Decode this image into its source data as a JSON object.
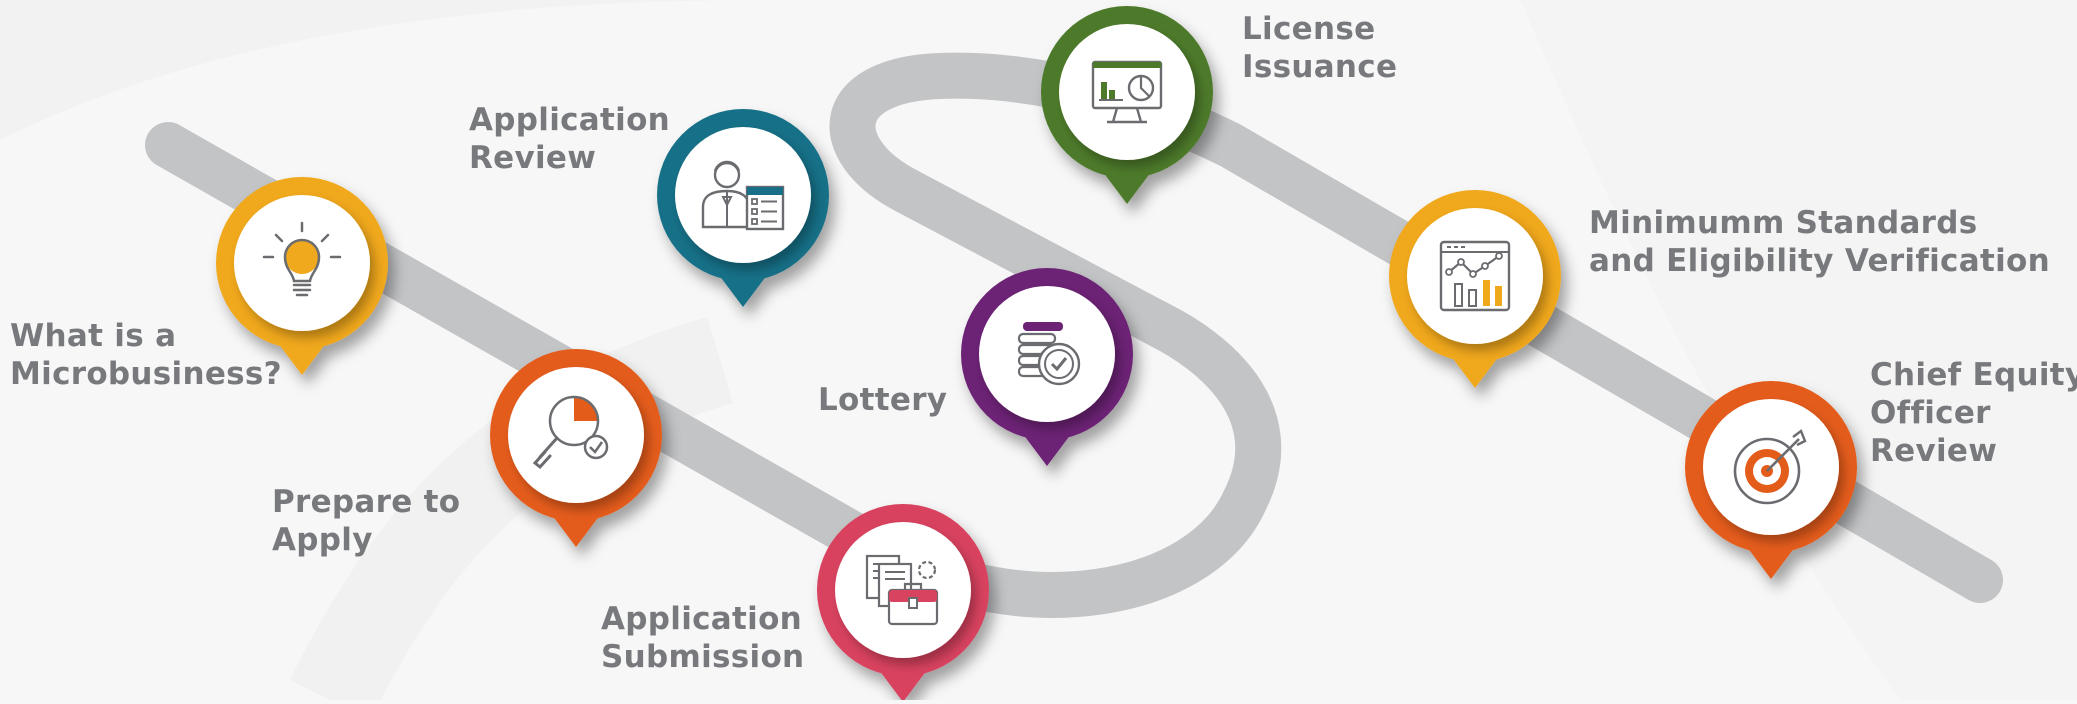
{
  "colors": {
    "road": "#c3c4c6",
    "label_text": "#77797d",
    "icon_stroke": "#6a6c70"
  },
  "steps": [
    {
      "id": "microbusiness",
      "label_lines": [
        "What is a",
        "Microbusiness?"
      ],
      "color": "#f0a81c",
      "icon": "lightbulb-icon"
    },
    {
      "id": "prepare",
      "label_lines": [
        "Prepare to",
        "Apply"
      ],
      "color": "#e45c1a",
      "icon": "magnifier-check-icon"
    },
    {
      "id": "submission",
      "label_lines": [
        "Application",
        "Submission"
      ],
      "color": "#d8435f",
      "icon": "documents-briefcase-icon"
    },
    {
      "id": "review",
      "label_lines": [
        "Application",
        "Review"
      ],
      "color": "#186f87",
      "icon": "reviewer-checklist-icon"
    },
    {
      "id": "lottery",
      "label_lines": [
        "Lottery"
      ],
      "color": "#6c2275",
      "icon": "coins-check-icon"
    },
    {
      "id": "license",
      "label_lines": [
        "License",
        "Issuance"
      ],
      "color": "#4d7a2a",
      "icon": "monitor-chart-icon"
    },
    {
      "id": "standards",
      "label_lines": [
        "Minimumm Standards",
        "and Eligibility Verification"
      ],
      "color": "#f0a81c",
      "icon": "analytics-dashboard-icon"
    },
    {
      "id": "equity",
      "label_lines": [
        "Chief Equity",
        "Officer",
        "Review"
      ],
      "color": "#e45c1a",
      "icon": "target-icon"
    }
  ]
}
